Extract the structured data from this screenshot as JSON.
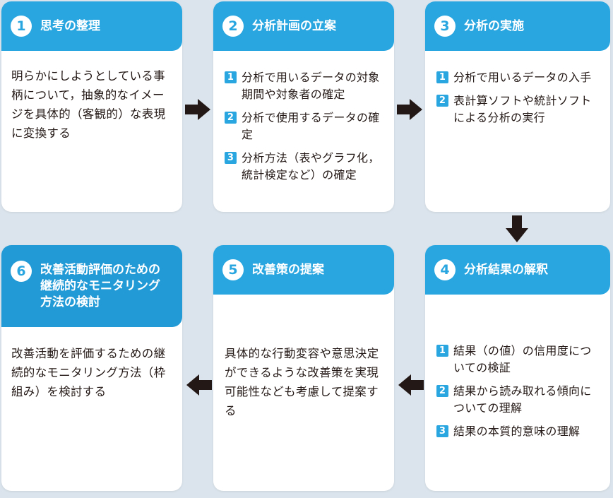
{
  "steps": [
    {
      "num": "1",
      "title": "思考の整理",
      "body": "明らかにしようとしている事柄について，抽象的なイメージを具体的（客観的）な表現に変換する"
    },
    {
      "num": "2",
      "title": "分析計画の立案",
      "items": [
        "分析で用いるデータの対象期間や対象者の確定",
        "分析で使用するデータの確定",
        "分析方法（表やグラフ化，統計検定など）の確定"
      ]
    },
    {
      "num": "3",
      "title": "分析の実施",
      "items": [
        "分析で用いるデータの入手",
        "表計算ソフトや統計ソフトによる分析の実行"
      ]
    },
    {
      "num": "4",
      "title": "分析結果の解釈",
      "items": [
        "結果（の値）の信用度についての検証",
        "結果から読み取れる傾向についての理解",
        "結果の本質的意味の理解"
      ]
    },
    {
      "num": "5",
      "title": "改善策の提案",
      "body": "具体的な行動変容や意思決定ができるような改善策を実現可能性なども考慮して提案する"
    },
    {
      "num": "6",
      "title": "改善活動評価のための継続的なモニタリング方法の検討",
      "body": "改善活動を評価するための継続的なモニタリング方法（枠組み）を検討する"
    }
  ],
  "badge_labels": [
    "1",
    "2",
    "3"
  ],
  "colors": {
    "accent": "#29a6e0",
    "background": "#dbe4ec",
    "arrow": "#231815"
  }
}
